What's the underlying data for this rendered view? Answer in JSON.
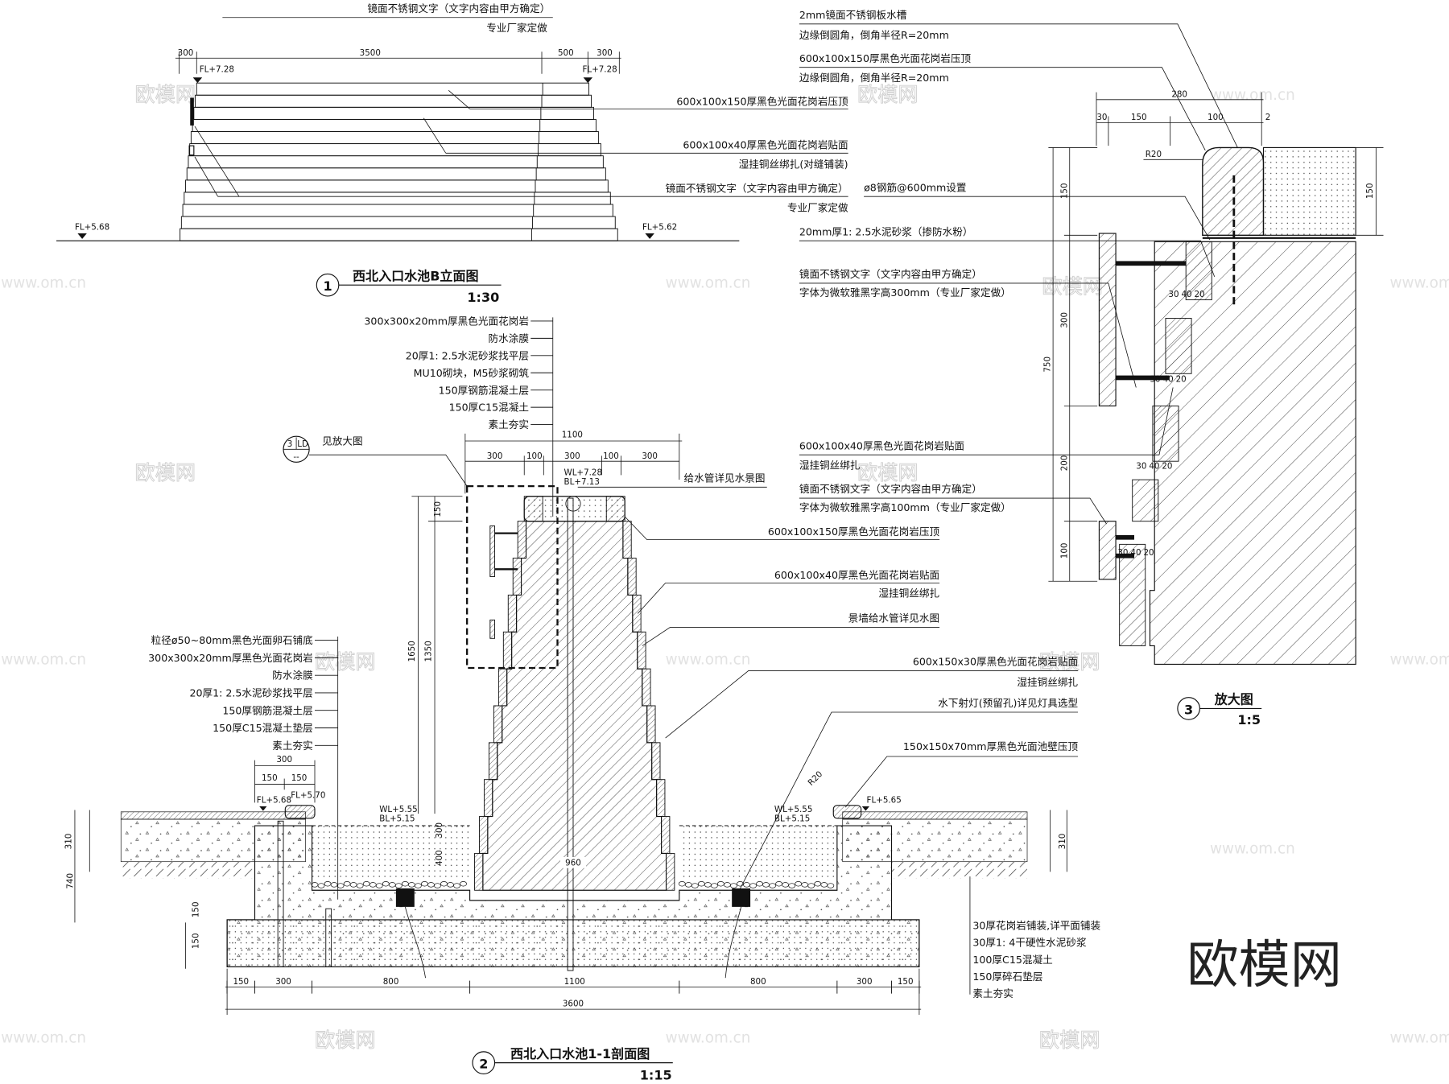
{
  "watermarks": {
    "brand": "欧模网",
    "url": "www.om.cn"
  },
  "elevation": {
    "title": "西北入口水池B立面图",
    "number": "1",
    "scale": "1:30",
    "dims": [
      "300",
      "3500",
      "500",
      "300"
    ],
    "levels": {
      "top_left": "FL+7.28",
      "top_right": "FL+7.28",
      "ground_left": "FL+5.68",
      "ground_right": "FL+5.62"
    },
    "labels": {
      "top_1": "镜面不锈钢文字（文字内容由甲方确定）",
      "top_2": "专业厂家定做",
      "coping": "600x100x150厚黑色光面花岗岩压顶",
      "veneer_1": "600x100x40厚黑色光面花岗岩贴面",
      "veneer_2": "湿挂铜丝绑扎(对缝铺装)",
      "letters_1": "镜面不锈钢文字（文字内容由甲方确定）",
      "letters_2": "专业厂家定做"
    }
  },
  "section": {
    "title": "西北入口水池1-1剖面图",
    "number": "2",
    "scale": "1:15",
    "callout": {
      "num": "3",
      "sheet": "LD",
      "sub": "--",
      "text": "见放大图"
    },
    "top_layers": [
      "300x300x20mm厚黑色光面花岗岩",
      "防水涂膜",
      "20厚1: 2.5水泥砂浆找平层",
      "MU10砌块，M5砂浆砌筑",
      "150厚钢筋混凝土层",
      "150厚C15混凝土",
      "素土夯实"
    ],
    "left_layers": [
      "粒径ø50~80mm黑色光面卵石铺底",
      "300x300x20mm厚黑色光面花岗岩",
      "防水涂膜",
      "20厚1: 2.5水泥砂浆找平层",
      "150厚钢筋混凝土层",
      "150厚C15混凝土垫层",
      "素土夯实"
    ],
    "right_layers": [
      "30厚花岗岩铺装,详平面铺装",
      "30厚1: 4干硬性水泥砂浆",
      "100厚C15混凝土",
      "150厚碎石垫层",
      "素土夯实"
    ],
    "labels": {
      "supply": "给水管详见水景图",
      "coping": "600x100x150厚黑色光面花岗岩压顶",
      "veneer_1": "600x100x40厚黑色光面花岗岩贴面",
      "veneer_2": "湿挂铜丝绑扎",
      "wall_pipe": "景墙给水管详见水图",
      "base_1": "600x150x30厚黑色光面花岗岩贴面",
      "base_2": "湿挂铜丝绑扎",
      "light": "水下射灯(预留孔)详见灯具选型",
      "pool_cap": "150x150x70mm厚黑色光面池壁压顶",
      "r20": "R20"
    },
    "levels": {
      "wl_top": "WL+7.28",
      "bl_top": "BL+7.13",
      "wl_l": "WL+5.55",
      "bl_l": "BL+5.15",
      "wl_r": "WL+5.55",
      "bl_r": "BL+5.15",
      "fl_1": "FL+5.68",
      "fl_2": "FL+5.70",
      "fl_3": "FL+5.65"
    },
    "dims_top": {
      "total": "1100",
      "parts": [
        "300",
        "100",
        "300",
        "100",
        "300"
      ]
    },
    "dims_vertical": {
      "h1650": "1650",
      "h1350": "1350",
      "h150": "150",
      "h740": "740",
      "h310": "310",
      "h400": "400",
      "h300": "300",
      "h150b": "150",
      "h150c": "150"
    },
    "dims_cap": {
      "total": "300",
      "a": "150",
      "b": "150"
    },
    "dims_bottom": [
      "150",
      "300",
      "800",
      "1100",
      "800",
      "300",
      "150"
    ],
    "dims_total": "3600",
    "dim_center": "960"
  },
  "detail": {
    "title": "放大图",
    "number": "3",
    "scale": "1:5",
    "labels": {
      "trough_1": "2mm镜面不锈钢板水槽",
      "trough_2": "边缘倒圆角，倒角半径R=20mm",
      "coping_1": "600x100x150厚黑色光面花岗岩压顶",
      "coping_2": "边缘倒圆角，倒角半径R=20mm",
      "rebar": "ø8钢筋@600mm设置",
      "mortar": "20mm厚1: 2.5水泥砂浆（掺防水粉）",
      "letters300_1": "镜面不锈钢文字（文字内容由甲方确定）",
      "letters300_2": "字体为微软雅黑字高300mm（专业厂家定做）",
      "veneer_1": "600x100x40厚黑色光面花岗岩贴面",
      "veneer_2": "湿挂铜丝绑扎",
      "letters100_1": "镜面不锈钢文字（文字内容由甲方确定）",
      "letters100_2": "字体为微软雅黑字高100mm（专业厂家定做）",
      "r20": "R20"
    },
    "dims_top": {
      "total": "280",
      "parts": [
        "30",
        "150",
        "100",
        "2"
      ]
    },
    "dims_vertical": {
      "total": "750",
      "parts": [
        "150",
        "300",
        "200",
        "100"
      ],
      "right": "150"
    },
    "dims_step": [
      "30",
      "40",
      "20"
    ]
  }
}
